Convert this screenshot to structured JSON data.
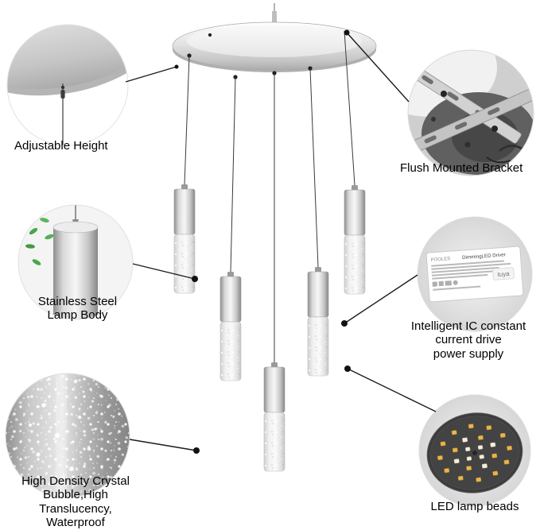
{
  "labels": {
    "adjustable_height": "Adjustable Height",
    "flush_mounted_bracket": "Flush Mounted Bracket",
    "stainless_steel": "Stainless Steel\nLamp Body",
    "intelligent_ic": "Intelligent IC constant\ncurrent drive\npower supply",
    "crystal_bubble": "High Density Crystal\nBubble,High\nTranslucency,\nWaterproof",
    "led_beads": "LED lamp beads"
  },
  "driver_box": {
    "brand": "POOLES",
    "title": "DimmingLED Driver",
    "logo": "tuya"
  },
  "colors": {
    "chrome": "#d6d6d6",
    "led_amber": "#e9b44c",
    "led_white": "#f4eeda",
    "leaf_green": "#49a749",
    "leader_line": "#1c1c1c"
  }
}
